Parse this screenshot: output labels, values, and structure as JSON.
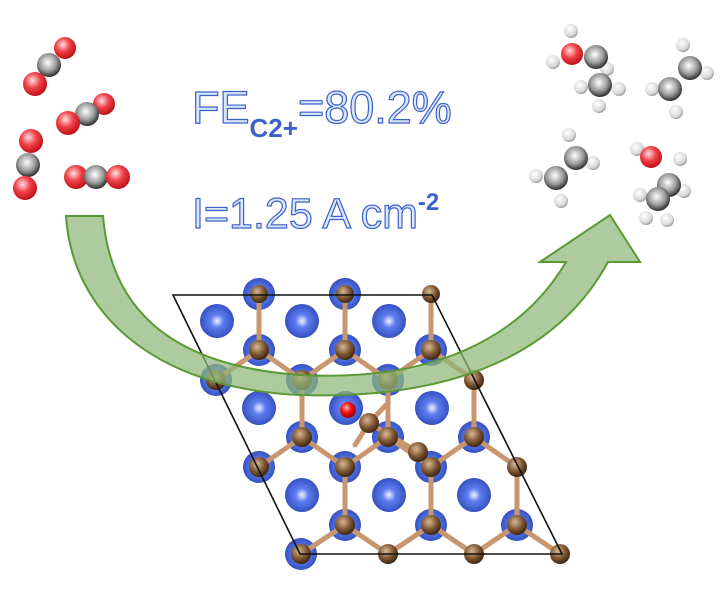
{
  "figure": {
    "type": "graphical-abstract",
    "labels": {
      "faradaic_efficiency": {
        "prefix": "FE",
        "subscript": "C2+",
        "value": "=80.2%"
      },
      "current_density": {
        "prefix": "I=1.25 A cm",
        "superscript": "-2"
      }
    },
    "reactants": {
      "molecule": "CO2",
      "count": 4,
      "atom_colors": {
        "oxygen": "#e8202a",
        "carbon": "#333333"
      }
    },
    "products": {
      "molecules": [
        "ethanol",
        "ethylene",
        "ethylene",
        "ethanol"
      ],
      "atom_colors": {
        "oxygen": "#e8202a",
        "carbon": "#333333",
        "hydrogen": "#e6e6e6"
      }
    },
    "catalyst": {
      "lattice_colors": {
        "metal": "#4a68d8",
        "boron_or_carbon": "#7a5230",
        "bond": "#c89770",
        "adsorbate_oxygen": "#e81010"
      },
      "unit_cell": "parallelogram"
    },
    "arrow": {
      "color": "#9dbf8a",
      "stroke": "#5f9a3e"
    }
  }
}
